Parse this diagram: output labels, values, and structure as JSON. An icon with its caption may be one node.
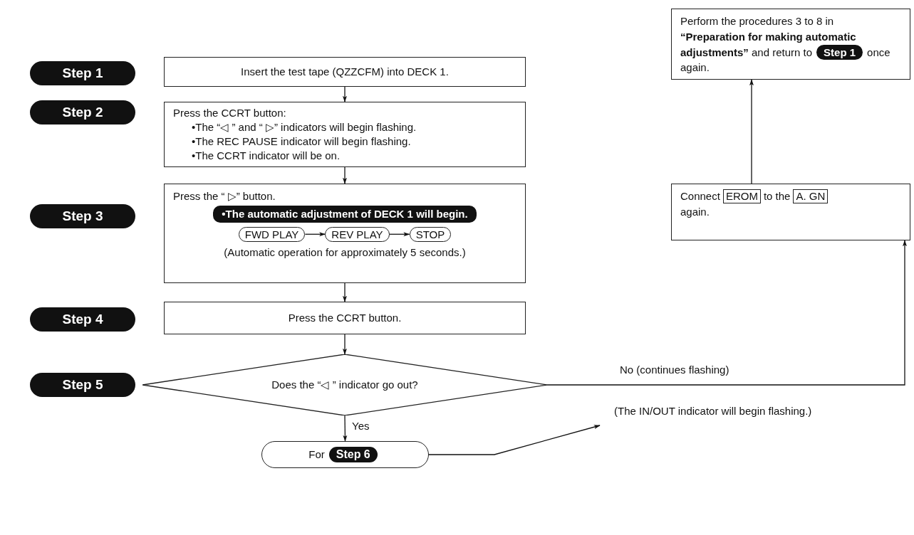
{
  "diagram": {
    "nodes": [
      {
        "text": [
          "Step 1"
        ]
      },
      {
        "text": [
          "Insert the test tape (QZZCFM) into DECK 1."
        ]
      },
      {
        "text": [
          "Step 2"
        ]
      },
      {
        "text": [
          "Press the CCRT button:",
          "•The “◁ ” and “ ▷” indicators will begin flashing.",
          "•The REC PAUSE indicator will begin flashing.",
          "•The CCRT indicator will be on."
        ]
      },
      {
        "text": [
          "Step 3"
        ]
      },
      {
        "text": [
          "Press the “ ▷” button.",
          "(Automatic operation for approximately 5 seconds.)"
        ]
      },
      {
        "text": [
          "•The automatic adjustment of DECK 1 will begin."
        ],
        "in": 5
      },
      {
        "text": [
          "FWD PLAY"
        ],
        "in": 5
      },
      {
        "text": [
          "REV PLAY"
        ],
        "in": 5
      },
      {
        "text": [
          "STOP"
        ],
        "in": 5
      },
      {
        "text": [
          "Step 4"
        ]
      },
      {
        "text": [
          "Press the CCRT button."
        ]
      },
      {
        "text": [
          "Step 5"
        ]
      },
      {
        "text": [
          "Does the “◁ ” indicator go out?"
        ]
      },
      {
        "text": [
          "For"
        ]
      },
      {
        "text": [
          "Step 6"
        ],
        "in": 14
      },
      {
        "text": [
          "Perform the procedures 3 to 8 in **“Preparation for making automatic adjustments”** and return to",
          "once again."
        ]
      },
      {
        "text": [
          "Step 1"
        ],
        "in": 16
      },
      {
        "text": [
          "Connect",
          "to the",
          "again."
        ]
      },
      {
        "text": [
          "EROM"
        ],
        "in": 18
      },
      {
        "text": [
          "A. GN"
        ],
        "in": 18
      }
    ],
    "edges": [
      {
        "from": 1,
        "to": 3,
        "arrow": "to"
      },
      {
        "from": 3,
        "to": 5,
        "arrow": "to"
      },
      {
        "from": 5,
        "to": 11,
        "arrow": "to"
      },
      {
        "from": 11,
        "to": 13,
        "arrow": "to"
      },
      {
        "from": 13,
        "to": 14,
        "arrow": "to",
        "label": "Yes"
      },
      {
        "from": 13,
        "to": 18,
        "arrow": "to",
        "label": "No (continues flashing)"
      },
      {
        "from": 18,
        "to": 16,
        "arrow": "to"
      },
      {
        "from": 7,
        "to": 8,
        "arrow": "to"
      },
      {
        "from": 8,
        "to": 9,
        "arrow": "to"
      },
      {
        "from": 14,
        "to": null,
        "arrow": "to"
      }
    ],
    "labels": [
      "(The IN/OUT indicator will begin flashing.)"
    ]
  }
}
